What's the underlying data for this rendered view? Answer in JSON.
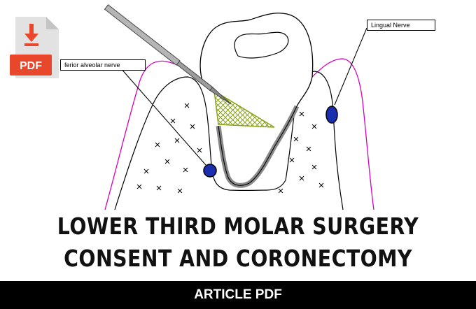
{
  "labels": {
    "inferior_alveolar_nerve": "ferior alveolar nerve",
    "lingual_nerve": "Lingual Nerve"
  },
  "badge": {
    "text": "PDF"
  },
  "title": {
    "line1": "LOWER THIRD MOLAR SURGERY",
    "line2": "CONSENT AND CORONECTOMY"
  },
  "footer": {
    "label": "ARTICLE PDF"
  },
  "colors": {
    "gum_outline": "#d400c0",
    "nerve": "#1a2fb0",
    "crosshatch": "#8da21a",
    "badge_body": "#e2e2e2",
    "badge_red": "#e8472b",
    "footer_bg": "#000000"
  }
}
